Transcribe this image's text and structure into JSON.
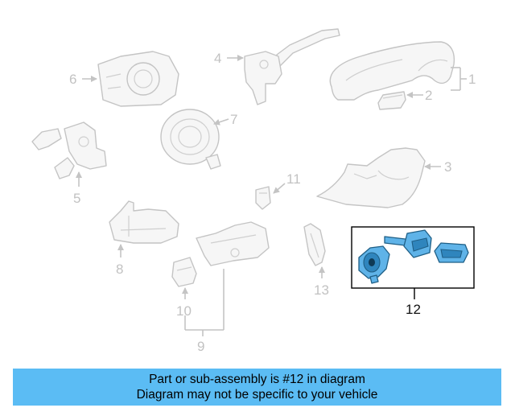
{
  "callouts": [
    {
      "id": "1",
      "label": "1"
    },
    {
      "id": "2",
      "label": "2"
    },
    {
      "id": "3",
      "label": "3"
    },
    {
      "id": "4",
      "label": "4"
    },
    {
      "id": "5",
      "label": "5"
    },
    {
      "id": "6",
      "label": "6"
    },
    {
      "id": "7",
      "label": "7"
    },
    {
      "id": "8",
      "label": "8"
    },
    {
      "id": "9",
      "label": "9"
    },
    {
      "id": "10",
      "label": "10"
    },
    {
      "id": "11",
      "label": "11"
    },
    {
      "id": "12",
      "label": "12"
    },
    {
      "id": "13",
      "label": "13"
    }
  ],
  "highlighted_part": "12",
  "colors": {
    "banner": "#5bbcf4",
    "highlight": "#5fb3e8",
    "ghost_line": "#c4c4c4"
  },
  "banner": {
    "line1": "Part or sub-assembly is #12 in diagram",
    "line2": "Diagram may not be specific to your vehicle"
  }
}
